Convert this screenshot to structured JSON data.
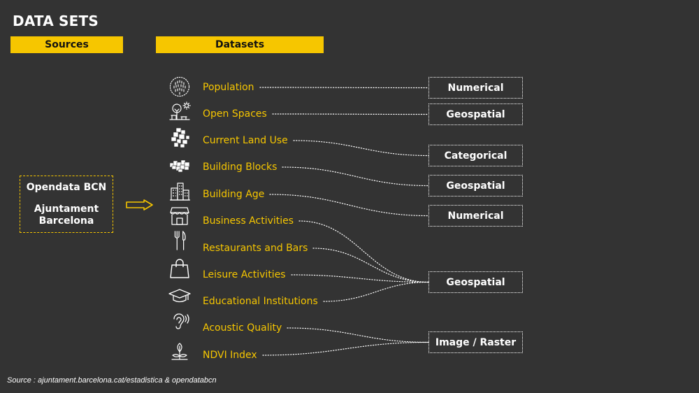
{
  "title": "DATA SETS",
  "headers": {
    "sources": "Sources",
    "datasets": "Datasets"
  },
  "source": {
    "line1": "Opendata BCN",
    "line2": "Ajuntament",
    "line3": "Barcelona"
  },
  "datasets": [
    {
      "label": "Population",
      "icon": "population-icon"
    },
    {
      "label": "Open Spaces",
      "icon": "park-icon"
    },
    {
      "label": "Current Land Use",
      "icon": "land-use-icon"
    },
    {
      "label": "Building Blocks",
      "icon": "blocks-icon"
    },
    {
      "label": "Building Age",
      "icon": "buildings-icon"
    },
    {
      "label": "Business Activities",
      "icon": "shop-icon"
    },
    {
      "label": "Restaurants and Bars",
      "icon": "fork-knife-icon"
    },
    {
      "label": "Leisure Activities",
      "icon": "shopping-bag-icon"
    },
    {
      "label": "Educational Institutions",
      "icon": "graduation-cap-icon"
    },
    {
      "label": "Acoustic Quality",
      "icon": "ear-icon"
    },
    {
      "label": "NDVI Index",
      "icon": "plant-icon"
    }
  ],
  "types": [
    {
      "label": "Numerical"
    },
    {
      "label": "Geospatial"
    },
    {
      "label": "Categorical"
    },
    {
      "label": "Geospatial"
    },
    {
      "label": "Numerical"
    },
    {
      "label": "Geospatial"
    },
    {
      "label": "Image / Raster"
    }
  ],
  "links": [
    {
      "from": 0,
      "to": 0
    },
    {
      "from": 1,
      "to": 1
    },
    {
      "from": 2,
      "to": 2
    },
    {
      "from": 3,
      "to": 3
    },
    {
      "from": 4,
      "to": 4
    },
    {
      "from": 5,
      "to": 5
    },
    {
      "from": 6,
      "to": 5
    },
    {
      "from": 7,
      "to": 5
    },
    {
      "from": 8,
      "to": 5
    },
    {
      "from": 9,
      "to": 6
    },
    {
      "from": 10,
      "to": 6
    }
  ],
  "footer": "Source : ajuntament.barcelona.cat/estadistica & opendatabcn",
  "colors": {
    "background": "#333333",
    "accent": "#f6c600",
    "text": "#ffffff"
  }
}
